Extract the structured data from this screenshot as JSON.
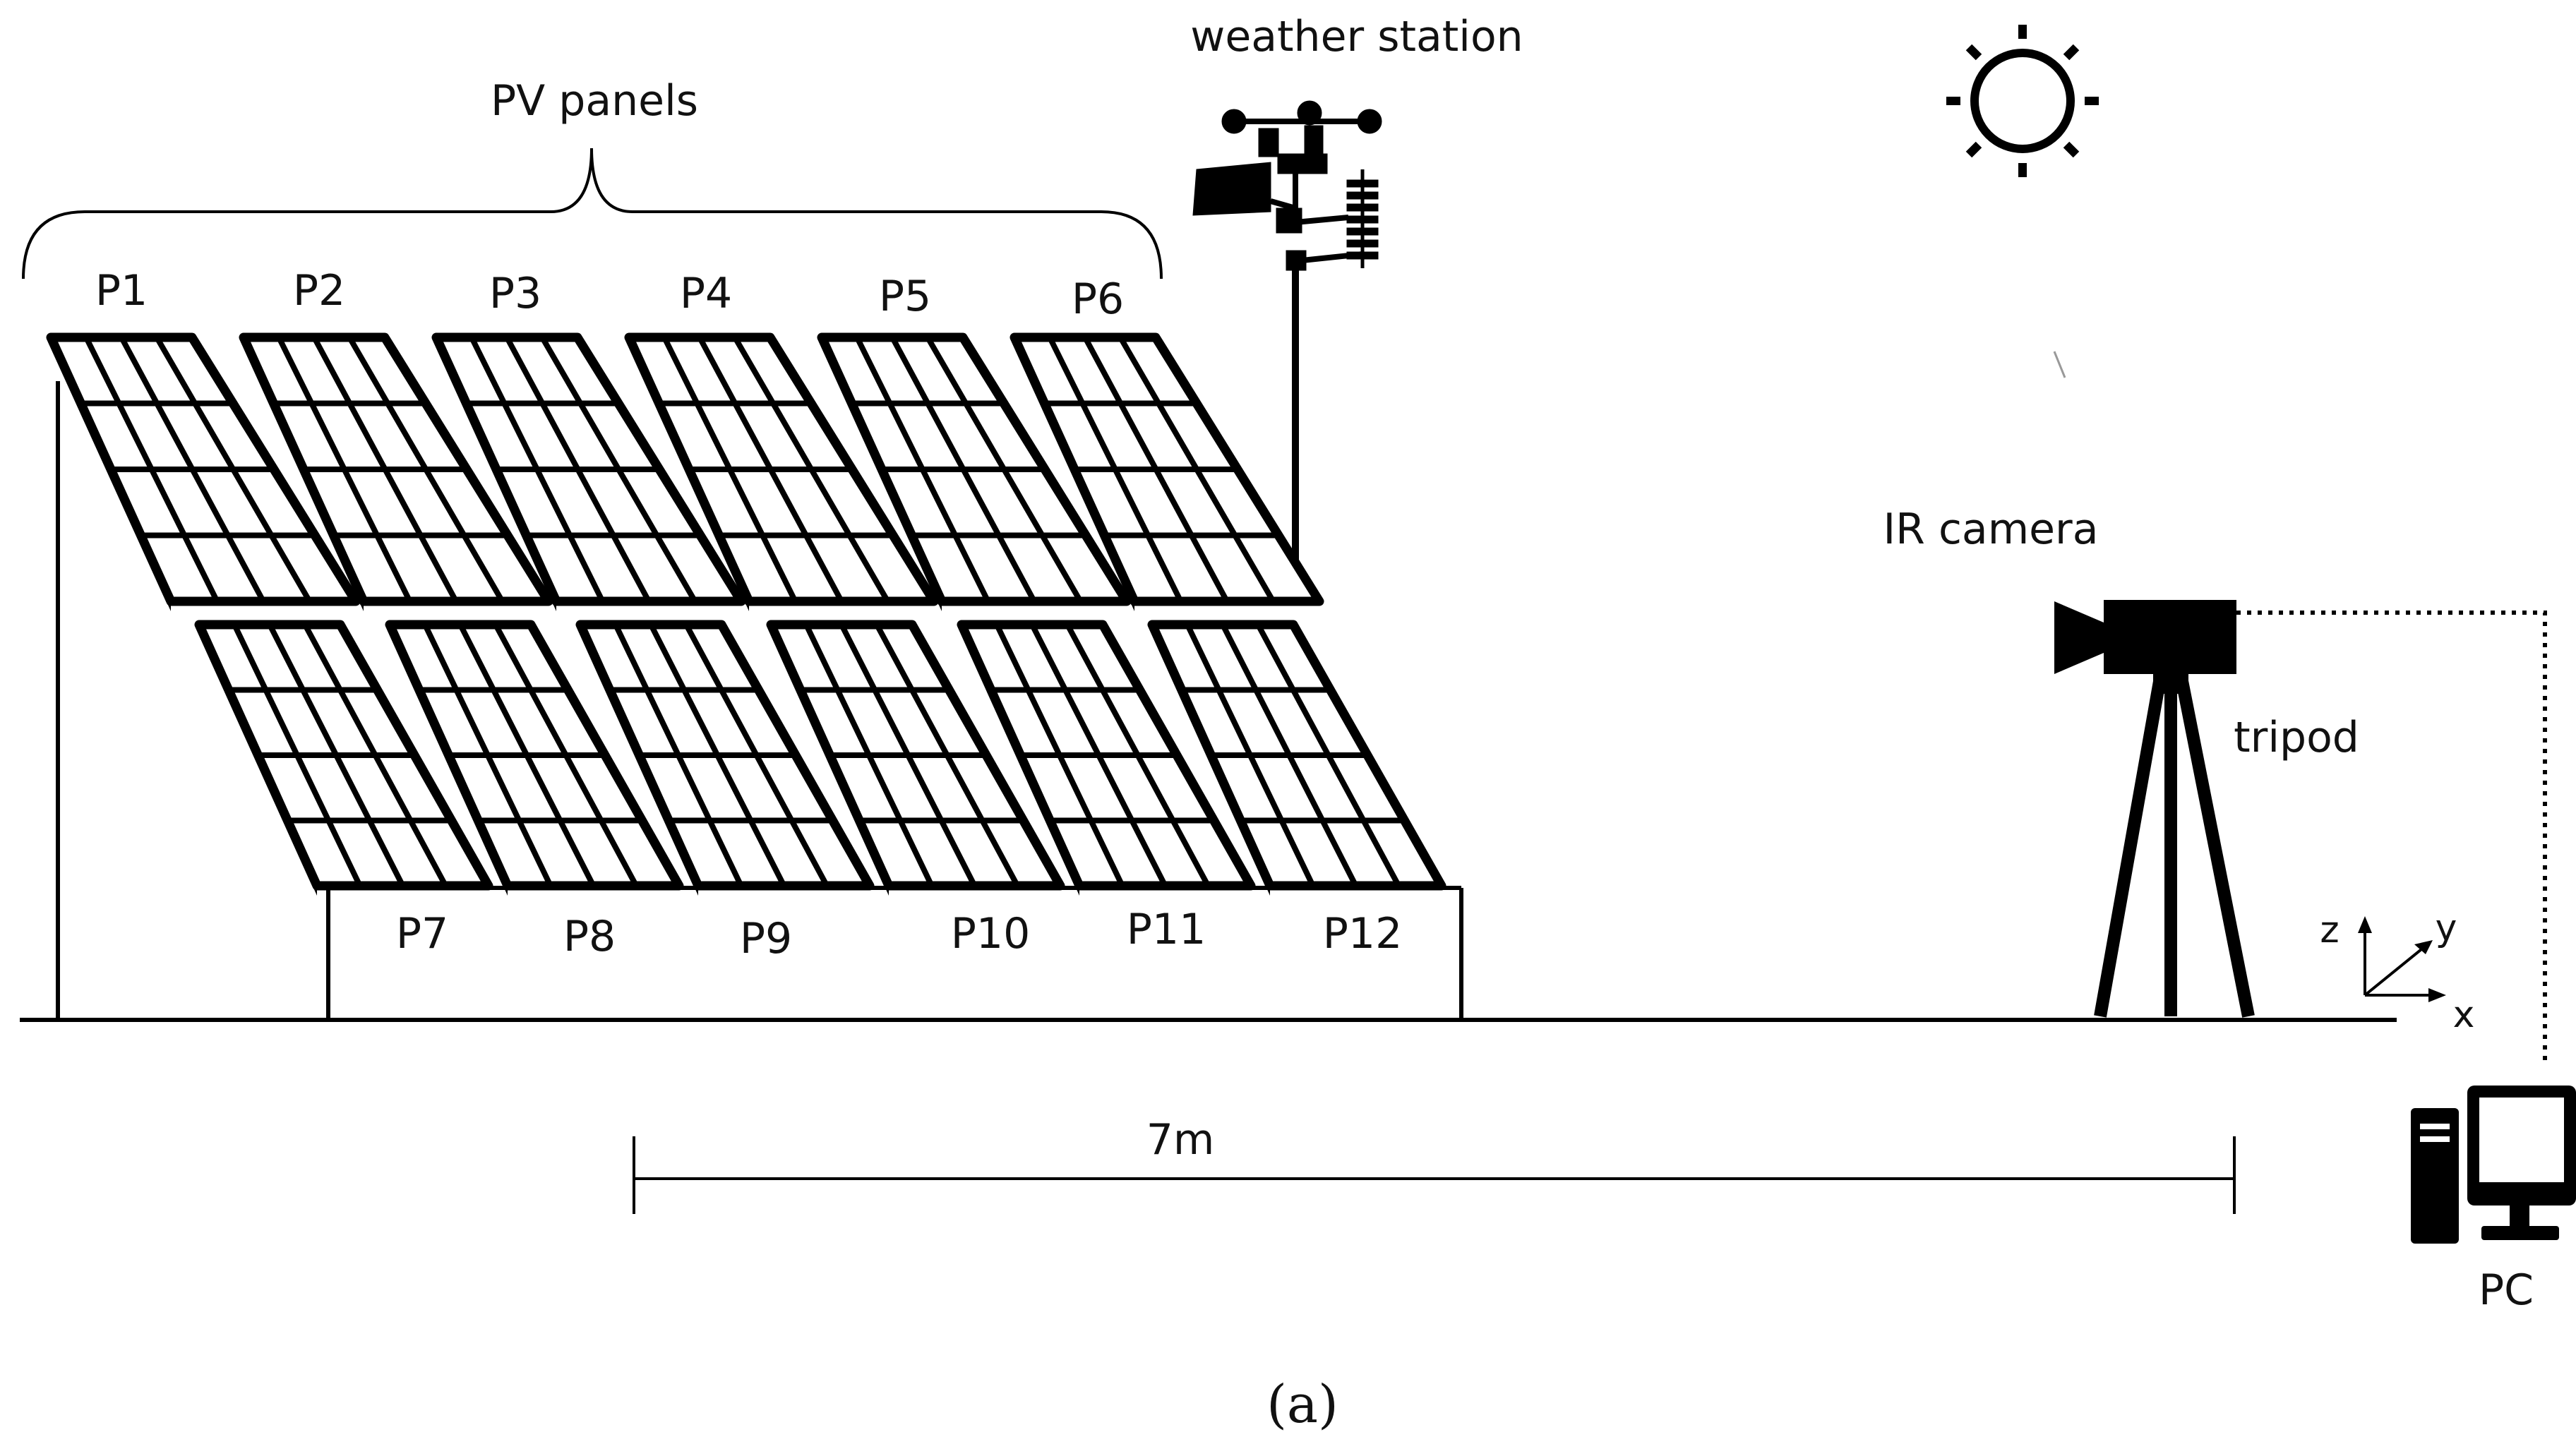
{
  "labels": {
    "group": "PV panels",
    "weather_station": "weather station",
    "ir_camera": "IR camera",
    "tripod": "tripod",
    "pc": "PC",
    "distance": "7m",
    "caption": "(a)"
  },
  "panels_top": [
    "P1",
    "P2",
    "P3",
    "P4",
    "P5",
    "P6"
  ],
  "panels_bottom": [
    "P7",
    "P8",
    "P9",
    "P10",
    "P11",
    "P12"
  ],
  "axes": {
    "z": "z",
    "y": "y",
    "x": "x"
  },
  "icons": {
    "sun": "sun-icon",
    "weather_station": "weather-station-icon",
    "camera": "camera-icon",
    "tripod": "tripod-icon",
    "computer": "computer-icon"
  },
  "colors": {
    "line": "#000000",
    "background": "#ffffff",
    "text": "#111111"
  }
}
